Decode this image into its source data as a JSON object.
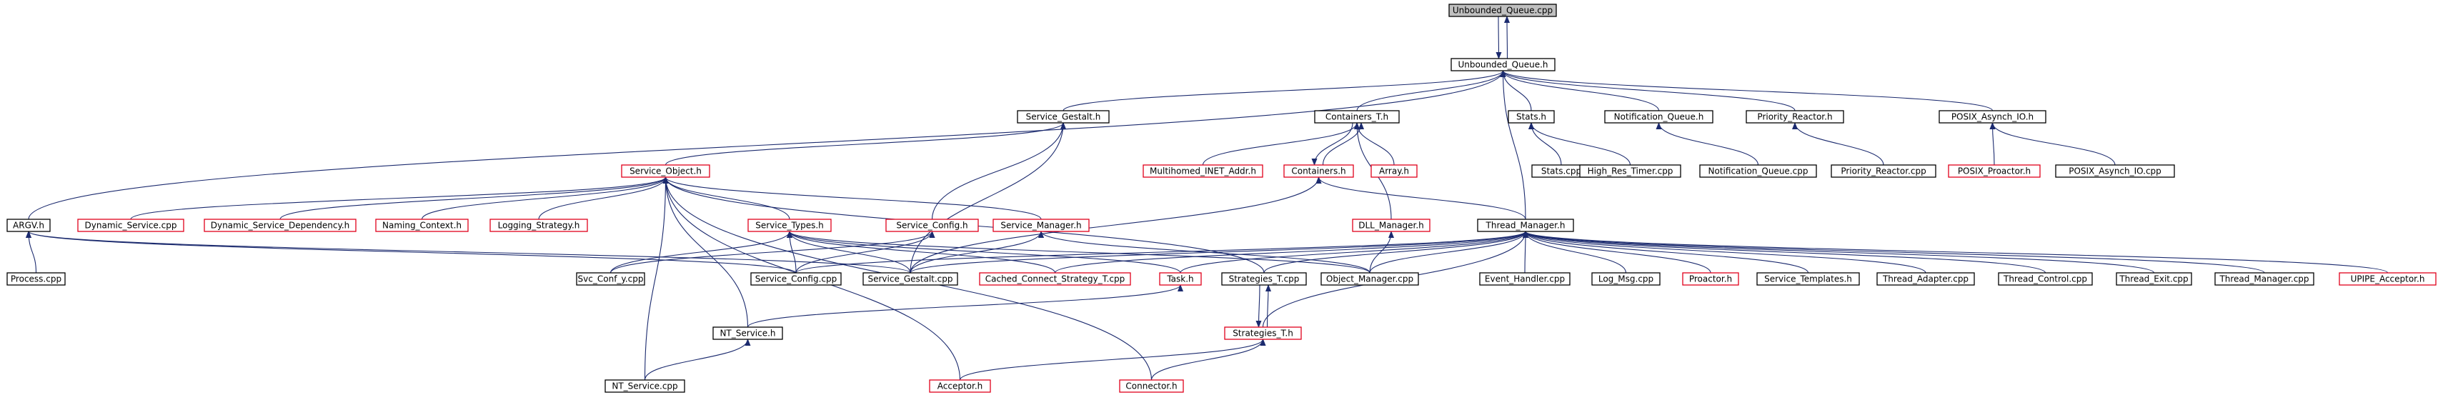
{
  "colors": {
    "edge": "#1b2a6e",
    "node_border_black": "#000000",
    "node_border_red": "#e0001b",
    "root_fill": "#bfbfbf"
  },
  "nodes": [
    {
      "id": "n0",
      "label": "Unbounded_Queue.cpp",
      "border": "black",
      "root": true
    },
    {
      "id": "n1",
      "label": "Unbounded_Queue.h",
      "border": "black"
    },
    {
      "id": "n2",
      "label": "Service_Gestalt.h",
      "border": "black"
    },
    {
      "id": "n3",
      "label": "Containers_T.h",
      "border": "black"
    },
    {
      "id": "n4",
      "label": "Stats.h",
      "border": "black"
    },
    {
      "id": "n5",
      "label": "Notification_Queue.h",
      "border": "black"
    },
    {
      "id": "n6",
      "label": "Priority_Reactor.h",
      "border": "black"
    },
    {
      "id": "n7",
      "label": "POSIX_Asynch_IO.h",
      "border": "black"
    },
    {
      "id": "n8",
      "label": "Multihomed_INET_Addr.h",
      "border": "red"
    },
    {
      "id": "n9",
      "label": "Containers.h",
      "border": "red"
    },
    {
      "id": "n10",
      "label": "Array.h",
      "border": "red"
    },
    {
      "id": "n11",
      "label": "Stats.cpp",
      "border": "black"
    },
    {
      "id": "n12",
      "label": "High_Res_Timer.cpp",
      "border": "black"
    },
    {
      "id": "n13",
      "label": "Notification_Queue.cpp",
      "border": "black"
    },
    {
      "id": "n14",
      "label": "Priority_Reactor.cpp",
      "border": "black"
    },
    {
      "id": "n15",
      "label": "POSIX_Proactor.h",
      "border": "red"
    },
    {
      "id": "n16",
      "label": "POSIX_Asynch_IO.cpp",
      "border": "black"
    },
    {
      "id": "n17",
      "label": "Service_Object.h",
      "border": "red"
    },
    {
      "id": "n18",
      "label": "ARGV.h",
      "border": "black"
    },
    {
      "id": "n19",
      "label": "Dynamic_Service.cpp",
      "border": "red"
    },
    {
      "id": "n20",
      "label": "Dynamic_Service_Dependency.h",
      "border": "red"
    },
    {
      "id": "n21",
      "label": "Naming_Context.h",
      "border": "red"
    },
    {
      "id": "n22",
      "label": "Logging_Strategy.h",
      "border": "red"
    },
    {
      "id": "n23",
      "label": "Service_Types.h",
      "border": "red"
    },
    {
      "id": "n24",
      "label": "Service_Config.h",
      "border": "red"
    },
    {
      "id": "n25",
      "label": "Service_Manager.h",
      "border": "red"
    },
    {
      "id": "n26",
      "label": "DLL_Manager.h",
      "border": "red"
    },
    {
      "id": "n27",
      "label": "Thread_Manager.h",
      "border": "black"
    },
    {
      "id": "n28",
      "label": "Process.cpp",
      "border": "black"
    },
    {
      "id": "n29",
      "label": "Svc_Conf_y.cpp",
      "border": "black"
    },
    {
      "id": "n30",
      "label": "Service_Config.cpp",
      "border": "black"
    },
    {
      "id": "n31",
      "label": "Service_Gestalt.cpp",
      "border": "black"
    },
    {
      "id": "n32",
      "label": "Cached_Connect_Strategy_T.cpp",
      "border": "red"
    },
    {
      "id": "n33",
      "label": "Task.h",
      "border": "red"
    },
    {
      "id": "n34",
      "label": "Strategies_T.cpp",
      "border": "black"
    },
    {
      "id": "n35",
      "label": "Object_Manager.cpp",
      "border": "black"
    },
    {
      "id": "n36",
      "label": "Event_Handler.cpp",
      "border": "black"
    },
    {
      "id": "n37",
      "label": "Log_Msg.cpp",
      "border": "black"
    },
    {
      "id": "n38",
      "label": "Proactor.h",
      "border": "red"
    },
    {
      "id": "n39",
      "label": "Service_Templates.h",
      "border": "black"
    },
    {
      "id": "n40",
      "label": "Thread_Adapter.cpp",
      "border": "black"
    },
    {
      "id": "n41",
      "label": "Thread_Control.cpp",
      "border": "black"
    },
    {
      "id": "n42",
      "label": "Thread_Exit.cpp",
      "border": "black"
    },
    {
      "id": "n43",
      "label": "Thread_Manager.cpp",
      "border": "black"
    },
    {
      "id": "n44",
      "label": "UPIPE_Acceptor.h",
      "border": "red"
    },
    {
      "id": "n45",
      "label": "NT_Service.h",
      "border": "black"
    },
    {
      "id": "n46",
      "label": "Strategies_T.h",
      "border": "red"
    },
    {
      "id": "n47",
      "label": "NT_Service.cpp",
      "border": "black"
    },
    {
      "id": "n48",
      "label": "Acceptor.h",
      "border": "red"
    },
    {
      "id": "n49",
      "label": "Connector.h",
      "border": "red"
    }
  ],
  "edges": [
    [
      "n1",
      "n0"
    ],
    [
      "n0",
      "n1"
    ],
    [
      "n2",
      "n1"
    ],
    [
      "n3",
      "n1"
    ],
    [
      "n4",
      "n1"
    ],
    [
      "n5",
      "n1"
    ],
    [
      "n6",
      "n1"
    ],
    [
      "n7",
      "n1"
    ],
    [
      "n27",
      "n1"
    ],
    [
      "n18",
      "n1"
    ],
    [
      "n8",
      "n3"
    ],
    [
      "n9",
      "n3"
    ],
    [
      "n10",
      "n3"
    ],
    [
      "n3",
      "n9"
    ],
    [
      "n26",
      "n3"
    ],
    [
      "n11",
      "n4"
    ],
    [
      "n12",
      "n4"
    ],
    [
      "n13",
      "n5"
    ],
    [
      "n14",
      "n6"
    ],
    [
      "n15",
      "n7"
    ],
    [
      "n16",
      "n7"
    ],
    [
      "n17",
      "n2"
    ],
    [
      "n24",
      "n2"
    ],
    [
      "n31",
      "n2"
    ],
    [
      "n27",
      "n9"
    ],
    [
      "n31",
      "n9"
    ],
    [
      "n35",
      "n26"
    ],
    [
      "n19",
      "n17"
    ],
    [
      "n20",
      "n17"
    ],
    [
      "n21",
      "n17"
    ],
    [
      "n22",
      "n17"
    ],
    [
      "n23",
      "n17"
    ],
    [
      "n25",
      "n17"
    ],
    [
      "n45",
      "n17"
    ],
    [
      "n47",
      "n17"
    ],
    [
      "n48",
      "n17"
    ],
    [
      "n49",
      "n17"
    ],
    [
      "n34",
      "n17"
    ],
    [
      "n28",
      "n18"
    ],
    [
      "n30",
      "n18"
    ],
    [
      "n31",
      "n18"
    ],
    [
      "n29",
      "n23"
    ],
    [
      "n30",
      "n23"
    ],
    [
      "n31",
      "n23"
    ],
    [
      "n32",
      "n23"
    ],
    [
      "n33",
      "n23"
    ],
    [
      "n35",
      "n23"
    ],
    [
      "n30",
      "n24"
    ],
    [
      "n29",
      "n24"
    ],
    [
      "n31",
      "n25"
    ],
    [
      "n35",
      "n25"
    ],
    [
      "n32",
      "n27"
    ],
    [
      "n33",
      "n27"
    ],
    [
      "n34",
      "n27"
    ],
    [
      "n35",
      "n27"
    ],
    [
      "n36",
      "n27"
    ],
    [
      "n37",
      "n27"
    ],
    [
      "n38",
      "n27"
    ],
    [
      "n39",
      "n27"
    ],
    [
      "n40",
      "n27"
    ],
    [
      "n41",
      "n27"
    ],
    [
      "n42",
      "n27"
    ],
    [
      "n43",
      "n27"
    ],
    [
      "n44",
      "n27"
    ],
    [
      "n46",
      "n27"
    ],
    [
      "n31",
      "n27"
    ],
    [
      "n30",
      "n27"
    ],
    [
      "n47",
      "n45"
    ],
    [
      "n45",
      "n33"
    ],
    [
      "n46",
      "n34"
    ],
    [
      "n34",
      "n46"
    ],
    [
      "n48",
      "n46"
    ],
    [
      "n49",
      "n46"
    ]
  ]
}
